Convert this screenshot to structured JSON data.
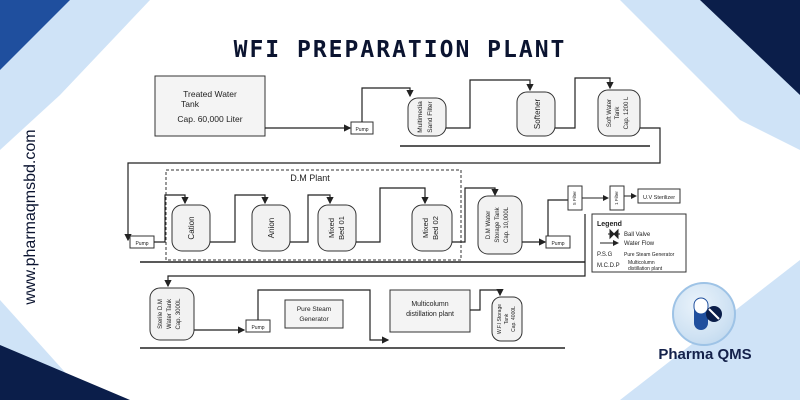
{
  "header": {
    "title": "WFI PREPARATION PLANT"
  },
  "side_text": "www.pharmaqmsbd.com",
  "brand": {
    "name": "Pharma QMS"
  },
  "colors": {
    "navy": "#0b1e4a",
    "blue": "#1f4f9e",
    "light_blue": "#cfe3f7",
    "gray_panel": "#e9e9e9"
  },
  "diagram": {
    "treated_tank": {
      "line1": "Treated Water",
      "line2": "Tank",
      "line3": "Cap. 60,000 Liter"
    },
    "pump": "Pump",
    "multimedia_filter": {
      "line1": "Multimedia",
      "line2": "Sand Filter"
    },
    "softener": "Softener",
    "soft_tank": {
      "line1": "Soft Water",
      "line2": "Tank",
      "line3": "Cap. 1200 L"
    },
    "dm_plant": "D.M Plant",
    "cation": "Cation",
    "anion": "Anion",
    "mixed_bed_1": {
      "line1": "Mixed",
      "line2": "Bed 01"
    },
    "mixed_bed_2": {
      "line1": "Mixed",
      "line2": "Bed 02"
    },
    "dm_storage": {
      "line1": "D.M Water",
      "line2": "Storage Tank",
      "line3": "Cap. 10,000L"
    },
    "filter_small_1": "5 Filter",
    "filter_small_2": "1 Filter",
    "uv_sterilizer": "U.V Sterilizer",
    "legend": {
      "title": "Legend",
      "ball_valve": "Ball Valve",
      "water_flow": "Water Flow",
      "psg_abbr": "P.S.G",
      "psg_text": "Pure Steam Generator",
      "mcdp_abbr": "M.C.D.P",
      "mcdp_text1": "Multicolumn",
      "mcdp_text2": "distillation plant"
    },
    "sterile_tank": {
      "line1": "Sterile D.M",
      "line2": "Water Tank",
      "line3": "Cap. 3000L"
    },
    "pure_steam": {
      "line1": "Pure Steam",
      "line2": "Generator"
    },
    "multicolumn": {
      "line1": "Multicolumn",
      "line2": "distillation plant"
    },
    "wfi_tank": {
      "line1": "W.F.I Storage",
      "line2": "Tank",
      "line3": "Cap. 4000L"
    }
  }
}
